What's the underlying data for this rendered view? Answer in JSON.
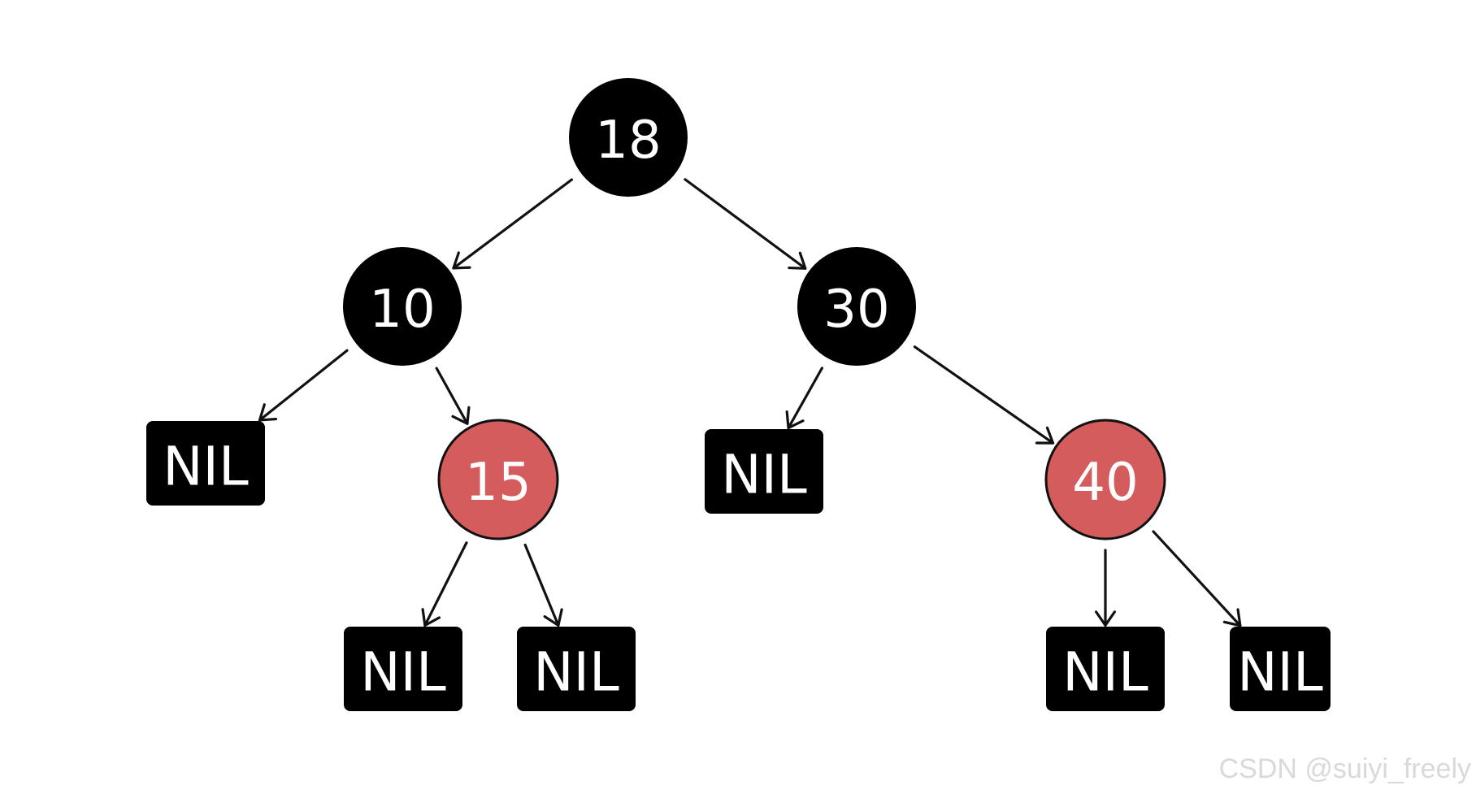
{
  "colors": {
    "black_node": "#000000",
    "red_node": "#d45c5c",
    "text": "#ffffff",
    "edge": "#111111",
    "watermark": "#d9d9d9"
  },
  "tree": {
    "nodes": [
      {
        "id": "n18",
        "label": "18",
        "kind": "black"
      },
      {
        "id": "n10",
        "label": "10",
        "kind": "black"
      },
      {
        "id": "n30",
        "label": "30",
        "kind": "black"
      },
      {
        "id": "n15",
        "label": "15",
        "kind": "red"
      },
      {
        "id": "n40",
        "label": "40",
        "kind": "red"
      },
      {
        "id": "nil1",
        "label": "NIL",
        "kind": "nil"
      },
      {
        "id": "nil2",
        "label": "NIL",
        "kind": "nil"
      },
      {
        "id": "nil3",
        "label": "NIL",
        "kind": "nil"
      },
      {
        "id": "nil4",
        "label": "NIL",
        "kind": "nil"
      },
      {
        "id": "nil5",
        "label": "NIL",
        "kind": "nil"
      },
      {
        "id": "nil6",
        "label": "NIL",
        "kind": "nil"
      }
    ],
    "edges": [
      {
        "from": "n18",
        "to": "n10"
      },
      {
        "from": "n18",
        "to": "n30"
      },
      {
        "from": "n10",
        "to": "nil1"
      },
      {
        "from": "n10",
        "to": "n15"
      },
      {
        "from": "n15",
        "to": "nil2"
      },
      {
        "from": "n15",
        "to": "nil3"
      },
      {
        "from": "n30",
        "to": "nil4"
      },
      {
        "from": "n30",
        "to": "n40"
      },
      {
        "from": "n40",
        "to": "nil5"
      },
      {
        "from": "n40",
        "to": "nil6"
      }
    ]
  },
  "watermark": "CSDN @suiyi_freely"
}
